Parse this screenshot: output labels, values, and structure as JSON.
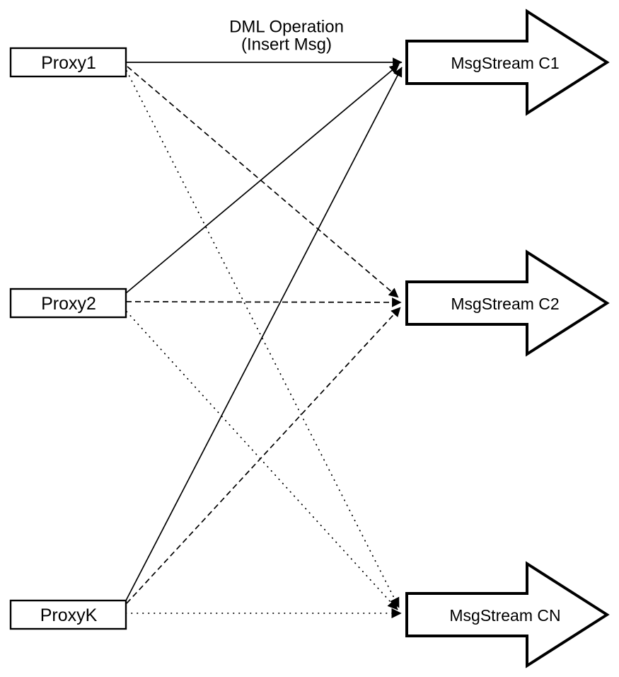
{
  "diagram": {
    "title": {
      "line1": "DML Operation",
      "line2": "(Insert Msg)"
    },
    "proxies": [
      {
        "label": "Proxy1"
      },
      {
        "label": "Proxy2"
      },
      {
        "label": "ProxyK"
      }
    ],
    "streams": [
      {
        "label": "MsgStream C1"
      },
      {
        "label": "MsgStream C2"
      },
      {
        "label": "MsgStream CN"
      }
    ],
    "edges": [
      {
        "from": "Proxy1",
        "to": "MsgStream C1",
        "style": "solid"
      },
      {
        "from": "Proxy1",
        "to": "MsgStream C2",
        "style": "dashed"
      },
      {
        "from": "Proxy1",
        "to": "MsgStream CN",
        "style": "dotted"
      },
      {
        "from": "Proxy2",
        "to": "MsgStream C1",
        "style": "solid"
      },
      {
        "from": "Proxy2",
        "to": "MsgStream C2",
        "style": "dashed"
      },
      {
        "from": "Proxy2",
        "to": "MsgStream CN",
        "style": "dotted"
      },
      {
        "from": "ProxyK",
        "to": "MsgStream C1",
        "style": "solid"
      },
      {
        "from": "ProxyK",
        "to": "MsgStream C2",
        "style": "dashed"
      },
      {
        "from": "ProxyK",
        "to": "MsgStream CN",
        "style": "dotted"
      }
    ],
    "colors": {
      "stroke": "#000000",
      "fill": "#ffffff",
      "background": "#ffffff"
    }
  }
}
